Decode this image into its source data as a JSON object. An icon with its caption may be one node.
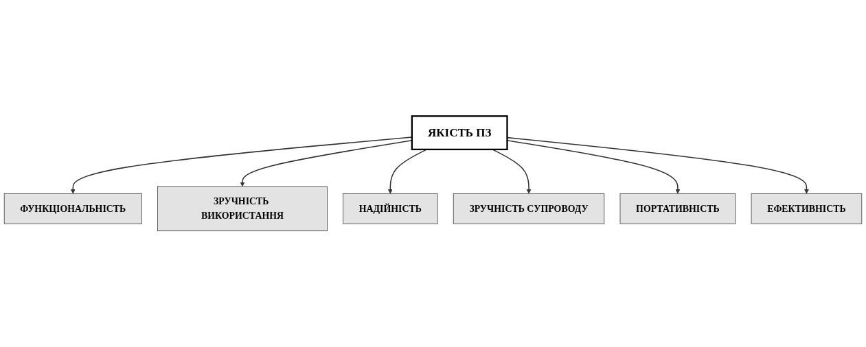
{
  "diagram": {
    "nodes": [
      {
        "text": [
          "ЯКІСТЬ ПЗ"
        ]
      },
      {
        "text": [
          "ФУНКЦІОНАЛЬНІСТЬ"
        ]
      },
      {
        "text": [
          "ЗРУЧНІСТЬ ВИКОРИСТАННЯ"
        ]
      },
      {
        "text": [
          "НАДІЙНІСТЬ"
        ]
      },
      {
        "text": [
          "ЗРУЧНІСТЬ СУПРОВОДУ"
        ]
      },
      {
        "text": [
          "ПОРТАТИВНІСТЬ"
        ]
      },
      {
        "text": [
          "ЕФЕКТИВНІСТЬ"
        ]
      }
    ],
    "edges": [
      {
        "from": 0,
        "to": 1,
        "arrow": "to"
      },
      {
        "from": 0,
        "to": 2,
        "arrow": "to"
      },
      {
        "from": 0,
        "to": 3,
        "arrow": "to"
      },
      {
        "from": 0,
        "to": 4,
        "arrow": "to"
      },
      {
        "from": 0,
        "to": 5,
        "arrow": "to"
      },
      {
        "from": 0,
        "to": 6,
        "arrow": "to"
      }
    ]
  }
}
